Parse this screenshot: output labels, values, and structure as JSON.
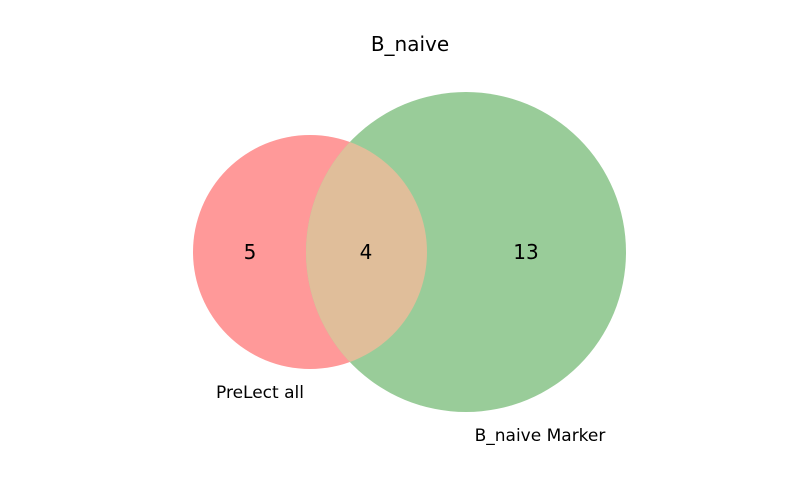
{
  "title": "B_naive",
  "sets": [
    {
      "label": "PreLect all",
      "only_count": "5",
      "color": "#ff9999"
    },
    {
      "label": "B_naive Marker",
      "only_count": "13",
      "color": "#99cc99"
    }
  ],
  "intersection": {
    "count": "4",
    "color": "#e0be9a"
  },
  "diagram_type": "venn-2"
}
